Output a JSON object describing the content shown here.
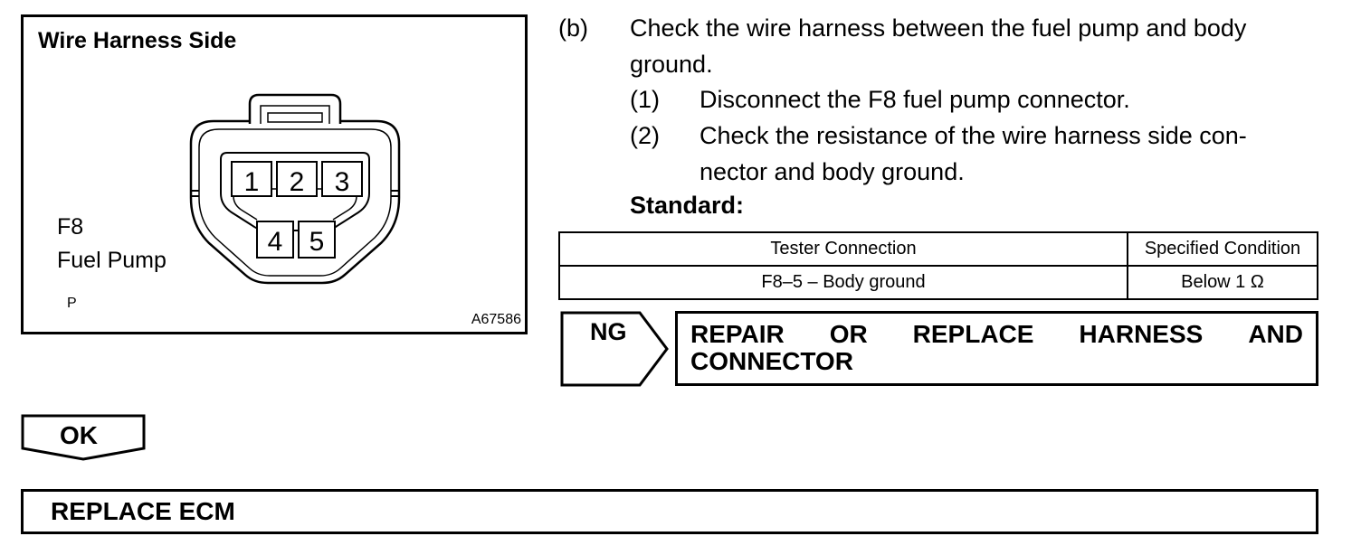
{
  "diagram": {
    "title": "Wire Harness Side",
    "connector_id": "F8",
    "connector_label": "Fuel Pump",
    "view_letter": "P",
    "figure_id": "A67586",
    "pins_top": [
      "1",
      "2",
      "3"
    ],
    "pins_bottom": [
      "4",
      "5"
    ]
  },
  "steps": {
    "b_marker": "(b)",
    "b_line1": "Check the wire harness between the fuel pump and body",
    "b_line2": "ground.",
    "s1_marker": "(1)",
    "s1_text": "Disconnect the F8 fuel pump connector.",
    "s2_marker": "(2)",
    "s2_line1": "Check the resistance of the wire harness side con-",
    "s2_line2": "nector and body ground."
  },
  "standard_label": "Standard:",
  "spec_table": {
    "headers": [
      "Tester Connection",
      "Specified Condition"
    ],
    "rows": [
      [
        "F8–5 – Body ground",
        "Below 1 Ω"
      ]
    ]
  },
  "ng": {
    "label": "NG",
    "words": [
      "REPAIR",
      "OR",
      "REPLACE",
      "HARNESS",
      "AND"
    ],
    "line2": "CONNECTOR"
  },
  "ok": {
    "label": "OK"
  },
  "final": {
    "text": "REPLACE ECM"
  }
}
